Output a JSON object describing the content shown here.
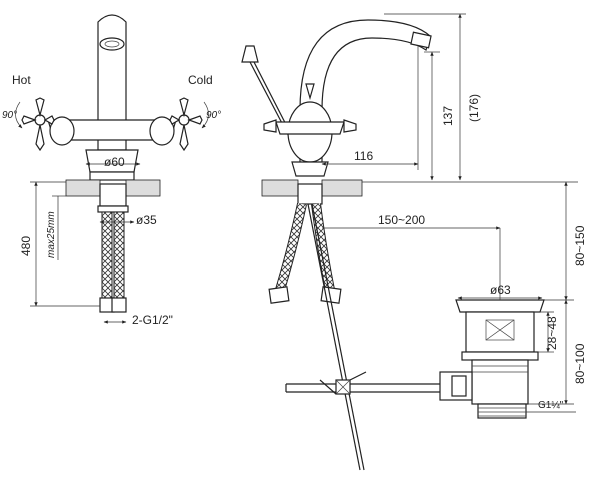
{
  "labels": {
    "hot": "Hot",
    "cold": "Cold",
    "rot_left": "90°",
    "rot_right": "90°",
    "d60": "ø60",
    "d35": "ø35",
    "d63": "ø63",
    "h480": "480",
    "max25": "max25mm",
    "g12": "2-G1/2\"",
    "d116": "116",
    "h137": "137",
    "h176": "(176)",
    "d150_200": "150~200",
    "h80_150": "80~150",
    "h80_100": "80~100",
    "h28_48": "28~48",
    "g114": "G1¼\""
  }
}
